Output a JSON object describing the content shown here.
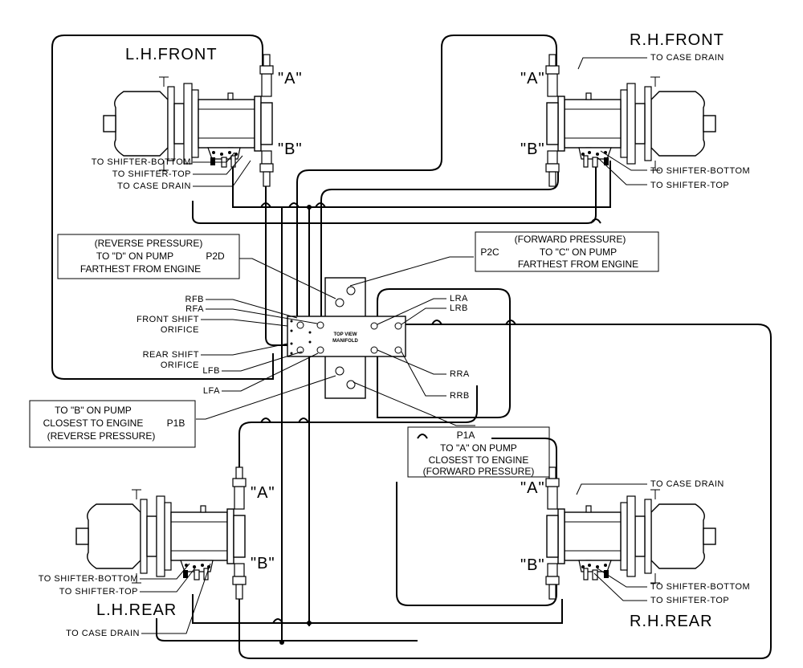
{
  "title_lh_front": "L.H.FRONT",
  "title_rh_front": "R.H.FRONT",
  "title_lh_rear": "L.H.REAR",
  "title_rh_rear": "R.H.REAR",
  "port_a": "\"A\"",
  "port_b": "\"B\"",
  "to_case_drain": "TO CASE DRAIN",
  "to_shifter_bottom": "TO SHIFTER-BOTTOM",
  "to_shifter_top": "TO SHIFTER-TOP",
  "manifold_line1": "TOP VIEW",
  "manifold_line2": "MANIFOLD",
  "rfb": "RFB",
  "rfa": "RFA",
  "lfb": "LFB",
  "lfa": "LFA",
  "lra": "LRA",
  "lrb": "LRB",
  "rra": "RRA",
  "rrb": "RRB",
  "front_shift_1": "FRONT SHIFT",
  "front_shift_2": "ORIFICE",
  "rear_shift_1": "REAR SHIFT",
  "rear_shift_2": "ORIFICE",
  "p2d": "P2D",
  "p2c": "P2C",
  "p1b": "P1B",
  "p1a": "P1A",
  "reverse_box": {
    "line1": "(REVERSE PRESSURE)",
    "line2": "TO \"D\" ON PUMP",
    "line3": "FARTHEST FROM ENGINE"
  },
  "forward_box": {
    "line1": "(FORWARD PRESSURE)",
    "line2": "TO \"C\" ON PUMP",
    "line3": "FARTHEST FROM ENGINE"
  },
  "p1b_box": {
    "line1": "TO \"B\" ON PUMP",
    "line2": "CLOSEST TO ENGINE",
    "line3": "(REVERSE PRESSURE)"
  },
  "p1a_box": {
    "line1": "TO \"A\" ON PUMP",
    "line2": "CLOSEST TO ENGINE",
    "line3": "(FORWARD PRESSURE)"
  }
}
